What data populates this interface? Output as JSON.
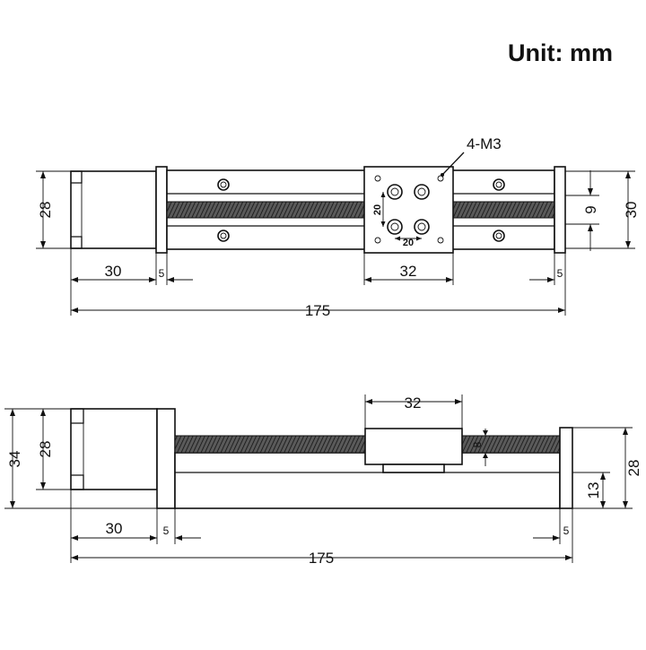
{
  "header": {
    "unit": "Unit: mm"
  },
  "top_view": {
    "callout": "4-M3",
    "dims": {
      "motor_height": "28",
      "motor_length": "30",
      "end_plate_left": "5",
      "carriage_width": "32",
      "end_plate_right": "5",
      "total_length": "175",
      "carriage_hole_span": "9",
      "rail_width": "30",
      "hole_pitch_v": "20",
      "hole_pitch_h": "20"
    }
  },
  "side_view": {
    "dims": {
      "overall_height": "34",
      "motor_height": "28",
      "carriage_width": "32",
      "screw_dia": "8",
      "motor_length": "30",
      "end_plate_left": "5",
      "end_plate_right": "5",
      "total_length": "175",
      "rail_height": "28",
      "screw_center_height": "13"
    }
  }
}
